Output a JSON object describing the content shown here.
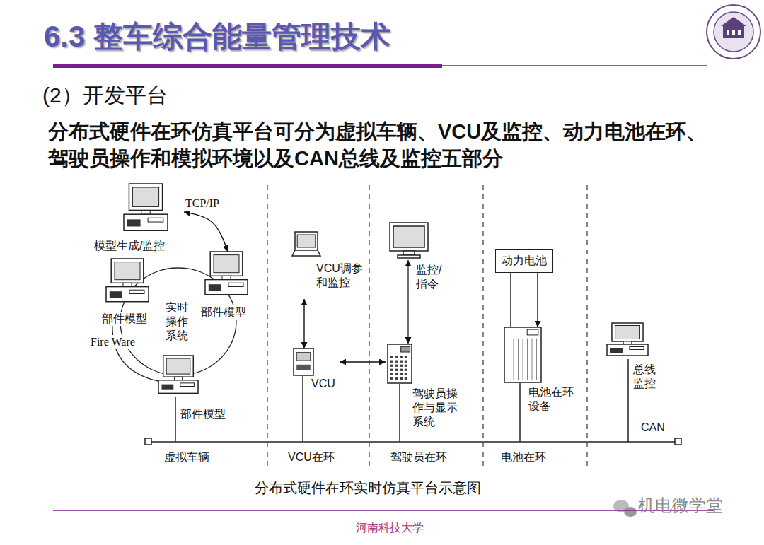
{
  "diagram": {
    "title": "6.3 整车综合能量管理技术",
    "caption": "分布式硬件在环实时仿真平台示意图",
    "nodes": [
      {
        "text": [
          "模型生成/监控"
        ]
      },
      {
        "text": [
          "部件模型"
        ]
      },
      {
        "text": [
          "部件模型"
        ]
      },
      {
        "text": [
          "部件模型"
        ]
      },
      {
        "text": [
          "VCU调参和监控"
        ]
      },
      {
        "text": [
          "VCU"
        ]
      },
      {
        "text": [
          "驾驶员操作与显示系统"
        ]
      },
      {
        "text": [
          "动力电池"
        ]
      },
      {
        "text": [
          "电池在环设备"
        ]
      },
      {
        "text": [
          "总线监控"
        ]
      }
    ],
    "edges": [
      {
        "from": 0,
        "to": 2,
        "arrow": "both",
        "label": "TCP/IP"
      },
      {
        "from": 4,
        "to": 5,
        "arrow": "both"
      },
      {
        "from": 5,
        "to": 6,
        "arrow": "both"
      },
      {
        "from": 7,
        "to": 8,
        "arrow": "to"
      }
    ],
    "labels": [
      "(2）开发平台",
      "分布式硬件在环仿真平台可分为虚拟车辆、VCU及监控、动力电池在环、驾驶员操作和模拟环境以及CAN总线及监控五部分",
      "实时操作系统",
      "Fire Ware",
      "监控/指令",
      "CAN",
      "虚拟车辆",
      "VCU在环",
      "驾驶员在环",
      "电池在环",
      "河南科技大学",
      "机电微学堂"
    ]
  }
}
